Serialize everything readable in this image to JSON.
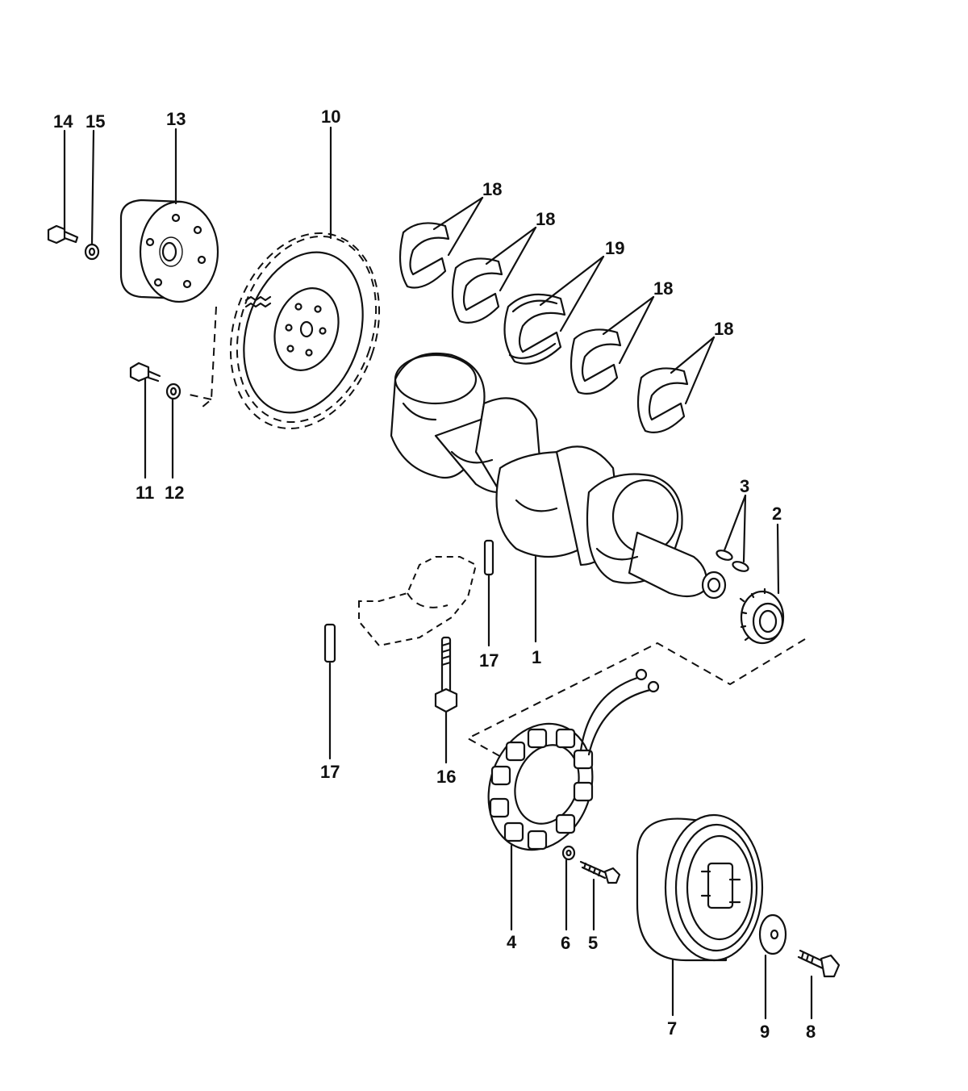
{
  "labels": {
    "l1": "1",
    "l2": "2",
    "l3": "3",
    "l4": "4",
    "l5": "5",
    "l6": "6",
    "l7": "7",
    "l8": "8",
    "l9": "9",
    "l10": "10",
    "l11": "11",
    "l12": "12",
    "l13": "13",
    "l14": "14",
    "l15": "15",
    "l16": "16",
    "l17a": "17",
    "l17b": "17",
    "l18a": "18",
    "l18b": "18",
    "l18c": "18",
    "l18d": "18",
    "l19": "19"
  },
  "parts": [
    {
      "label": "1",
      "name": "crankshaft"
    },
    {
      "label": "2",
      "name": "timing-gear"
    },
    {
      "label": "3",
      "name": "woodruff-keys"
    },
    {
      "label": "4",
      "name": "stator"
    },
    {
      "label": "5",
      "name": "screw"
    },
    {
      "label": "6",
      "name": "washer"
    },
    {
      "label": "7",
      "name": "harmonic-balancer"
    },
    {
      "label": "8",
      "name": "bolt"
    },
    {
      "label": "9",
      "name": "washer"
    },
    {
      "label": "10",
      "name": "flywheel"
    },
    {
      "label": "11",
      "name": "bolt"
    },
    {
      "label": "12",
      "name": "washer"
    },
    {
      "label": "13",
      "name": "coupler"
    },
    {
      "label": "14",
      "name": "bolt"
    },
    {
      "label": "15",
      "name": "washer"
    },
    {
      "label": "16",
      "name": "bolt"
    },
    {
      "label": "17",
      "name": "dowel-pin"
    },
    {
      "label": "18",
      "name": "main-bearing"
    },
    {
      "label": "19",
      "name": "thrust-bearing"
    }
  ]
}
